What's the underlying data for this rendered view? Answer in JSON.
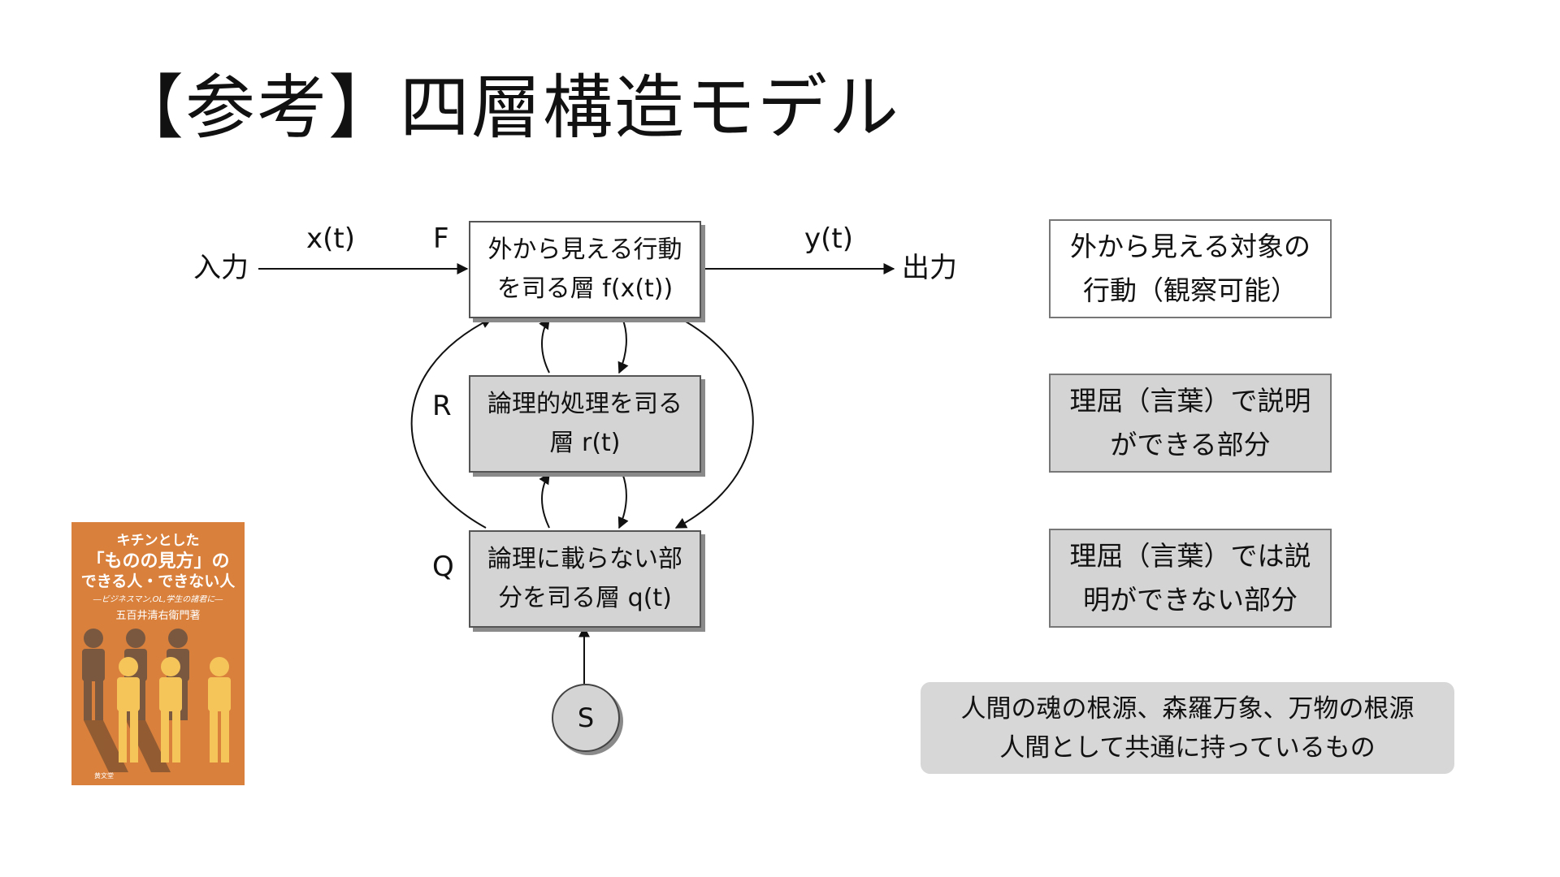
{
  "title": "【参考】四層構造モデル",
  "diagram": {
    "input_label": "入力",
    "input_signal": "x(t)",
    "output_signal": "y(t)",
    "output_label": "出力",
    "layer_letters": {
      "f": "F",
      "r": "R",
      "q": "Q"
    },
    "source_label": "S",
    "layers": [
      {
        "line1": "外から見える行動",
        "line2": "を司る層 f(x(t))"
      },
      {
        "line1": "論理的処理を司る",
        "line2": "層 r(t)"
      },
      {
        "line1": "論理に載らない部",
        "line2": "分を司る層 q(t)"
      }
    ]
  },
  "descriptions": [
    {
      "line1": "外から見える対象の",
      "line2": "行動（観察可能）"
    },
    {
      "line1": "理屈（言葉）で説明",
      "line2": "ができる部分"
    },
    {
      "line1": "理屈（言葉）では説",
      "line2": "明ができない部分"
    }
  ],
  "source_description": {
    "line1": "人間の魂の根源、森羅万象、万物の根源",
    "line2": "人間として共通に持っているもの"
  },
  "book": {
    "line1": "キチンとした",
    "line2": "「ものの見方」の",
    "line3": "できる人・できない人",
    "line4": "―ビジネスマン,OL,学生の諸君に―",
    "author": "五百井清右衛門著",
    "publisher": "黄文堂"
  },
  "colors": {
    "node_gray": "#d4d4d4",
    "book_orange": "#d8803c",
    "figure_brown": "#7a5840",
    "figure_yellow": "#f6c55a"
  }
}
